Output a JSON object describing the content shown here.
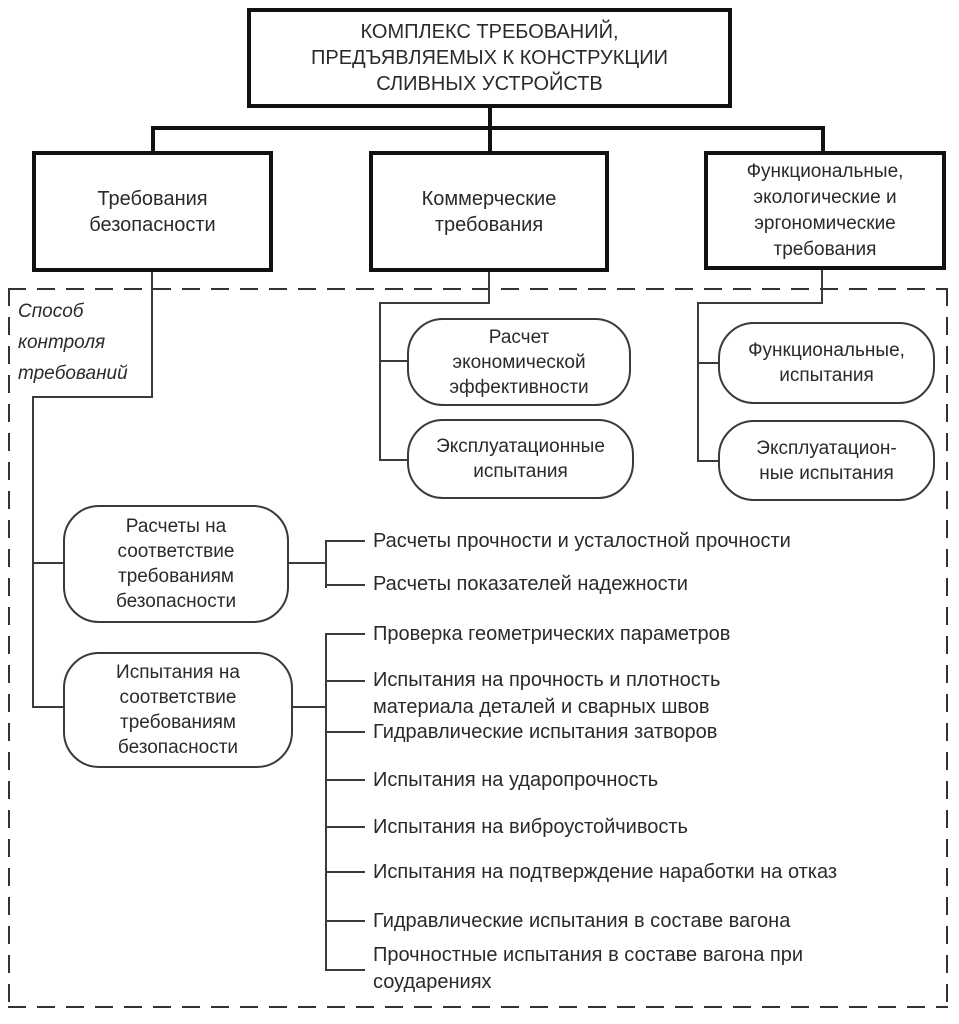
{
  "diagram": {
    "root": {
      "label": "КОМПЛЕКС ТРЕБОВАНИЙ,\nПРЕДЪЯВЛЯЕМЫХ К КОНСТРУКЦИИ\nСЛИВНЫХ УСТРОЙСТВ"
    },
    "zone_label": "Способ\nконтроля\nтребований",
    "branches": [
      {
        "label": "Требования\nбезопасности",
        "methods": [
          {
            "label": "Расчеты на\nсоответствие\nтребованиям\nбезопасности",
            "items": [
              "Расчеты прочности и усталостной прочности",
              "Расчеты показателей надежности"
            ]
          },
          {
            "label": "Испытания на\nсоответствие\nтребованиям\nбезопасности",
            "items": [
              "Проверка геометрических параметров",
              "Испытания на прочность и плотность\nматериала деталей и сварных швов",
              "Гидравлические испытания затворов",
              "Испытания на ударопрочность",
              "Испытания на виброустойчивость",
              "Испытания на подтверждение наработки на отказ",
              "Гидравлические испытания в составе вагона",
              "Прочностные испытания в составе вагона при\nсоударениях"
            ]
          }
        ]
      },
      {
        "label": "Коммерческие\nтребования",
        "methods": [
          {
            "label": "Расчет\nэкономической\nэффективности"
          },
          {
            "label": "Эксплуатационные\nиспытания"
          }
        ]
      },
      {
        "label": "Функциональные,\nэкологические и\nэргономические\nтребования",
        "methods": [
          {
            "label": "Функциональные,\nиспытания"
          },
          {
            "label": "Эксплуатацион-\nные испытания"
          }
        ]
      }
    ],
    "colors": {
      "background": "#ffffff",
      "box_border": "#111111",
      "thin_line": "#3a3a3a",
      "text": "#2a2a2a"
    }
  }
}
